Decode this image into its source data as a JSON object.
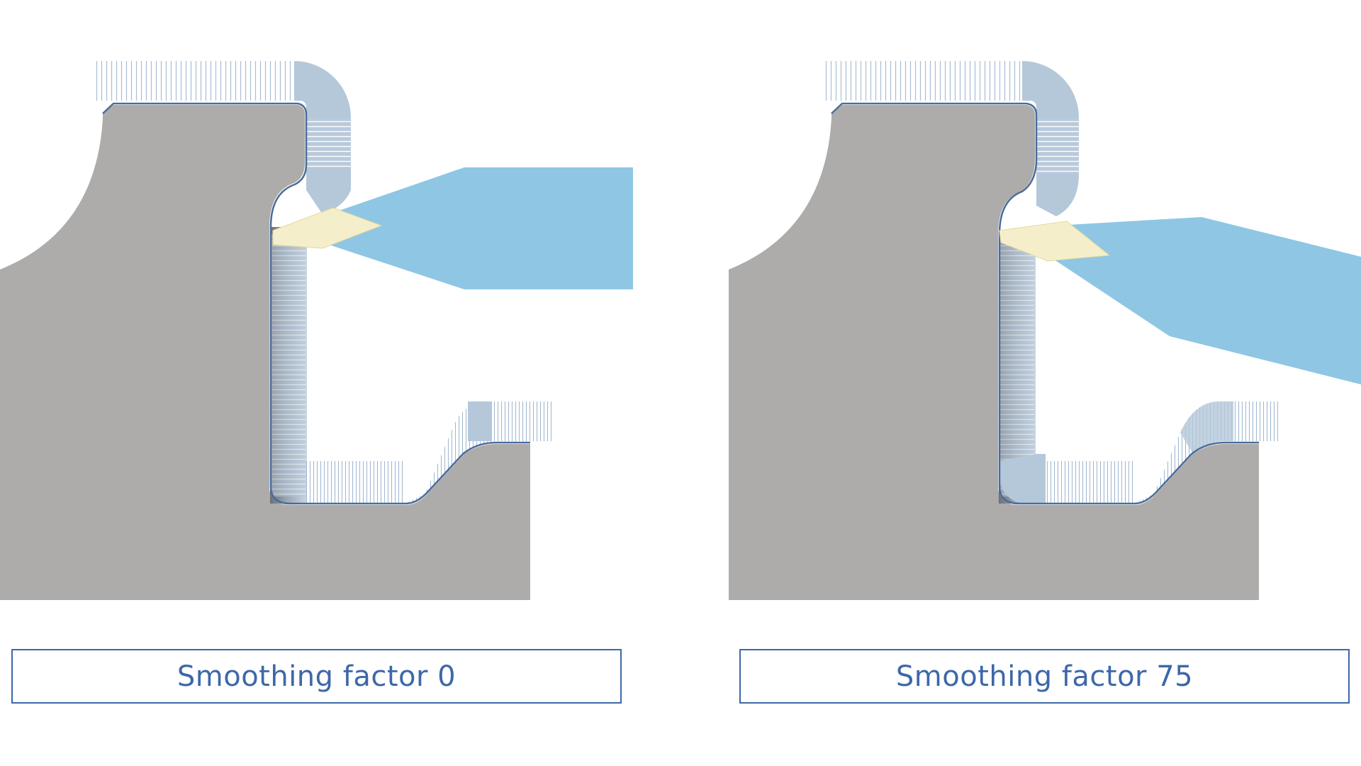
{
  "panels": [
    {
      "id": "left",
      "caption": "Smoothing factor 0"
    },
    {
      "id": "right",
      "caption": "Smoothing factor 75"
    }
  ],
  "colors": {
    "solid": "#adacab",
    "mesh_fill": "#b4c8da",
    "mesh_line": "#ffffff",
    "outline": "#4a6c9a",
    "nozzle": "#8fc6e4",
    "insert": "#f4efca",
    "caption_text": "#3d68a8",
    "caption_border": "#3d68a8"
  }
}
